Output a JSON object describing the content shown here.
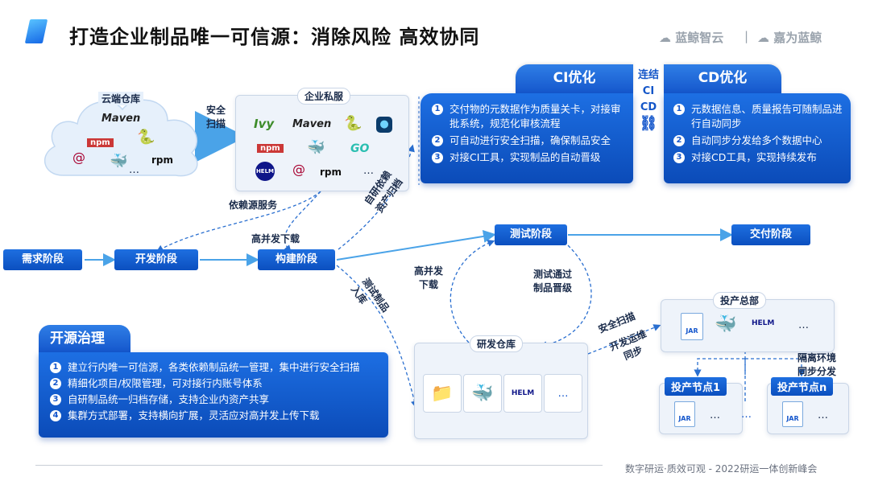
{
  "title": "打造企业制品唯一可信源：消除风险  高效协同",
  "brands": [
    "蓝鲸智云",
    "|",
    "嘉为蓝鲸"
  ],
  "cloud": {
    "label": "云端仓库",
    "items": [
      "Maven",
      "npm",
      "…"
    ]
  },
  "scan_label": "安全\n扫描",
  "private": {
    "label": "企业私服",
    "items": [
      "Ivy",
      "Maven",
      "npm",
      "GO",
      "HELM",
      "rpm",
      "…"
    ]
  },
  "dep_service": "依赖源服务",
  "stages": {
    "req": "需求阶段",
    "dev": "开发阶段",
    "build": "构建阶段",
    "test": "测试阶段",
    "deliver": "交付阶段"
  },
  "flow_labels": {
    "high_dl_1": "高并发下载",
    "self_dep": "自研依赖\n资产归档",
    "high_dl_2": "高并发\n下载",
    "test_pass": "测试通过\n制品晋级",
    "test_in": "测试制品\n入库",
    "sec_scan": "安全扫描",
    "ops_sync": "开发运维\n同步",
    "isolate": "隔离环境\n同步分发"
  },
  "ci": {
    "title": "CI优化",
    "items": [
      {
        "num": "1",
        "text": "交付物的元数据作为质量关卡，对接审批系统，规范化审核流程"
      },
      {
        "num": "2",
        "text": "可自动进行安全扫描，确保制品安全"
      },
      {
        "num": "3",
        "text": "对接CI工具，实现制品的自动晋级"
      }
    ]
  },
  "link": {
    "text": "连结",
    "ci": "CI",
    "cd": "CD"
  },
  "cd": {
    "title": "CD优化",
    "items": [
      {
        "num": "1",
        "text": "元数据信息、质量报告可随制品进行自动同步"
      },
      {
        "num": "2",
        "text": "自动同步分发给多个数据中心"
      },
      {
        "num": "3",
        "text": "对接CD工具，实现持续发布"
      }
    ]
  },
  "open_source": {
    "title": "开源治理",
    "items": [
      {
        "num": "1",
        "text": "建立行内唯一可信源，各类依赖制品统一管理，集中进行安全扫描"
      },
      {
        "num": "2",
        "text": "精细化项目/权限管理，可对接行内账号体系"
      },
      {
        "num": "3",
        "text": "自研制品统一归档存储，支持企业内资产共享"
      },
      {
        "num": "4",
        "text": "集群方式部署，支持横向扩展，灵活应对高并发上传下载"
      }
    ]
  },
  "dev_repo": {
    "label": "研发仓库",
    "items": [
      "HELM",
      "…"
    ]
  },
  "prod_total": {
    "label": "投产总部",
    "items": [
      "JAR",
      "HELM",
      "…"
    ]
  },
  "node1": {
    "label": "投产节点1",
    "items": [
      "JAR",
      "…"
    ]
  },
  "noden": {
    "label": "投产节点n",
    "items": [
      "JAR",
      "…"
    ]
  },
  "between_nodes": "…",
  "footer": "数字研运·质效可观  -  2022研运一体创新峰会",
  "colors": {
    "primary": "#1262d6",
    "dark": "#0b4bb8",
    "panel": "#eef3fa"
  }
}
